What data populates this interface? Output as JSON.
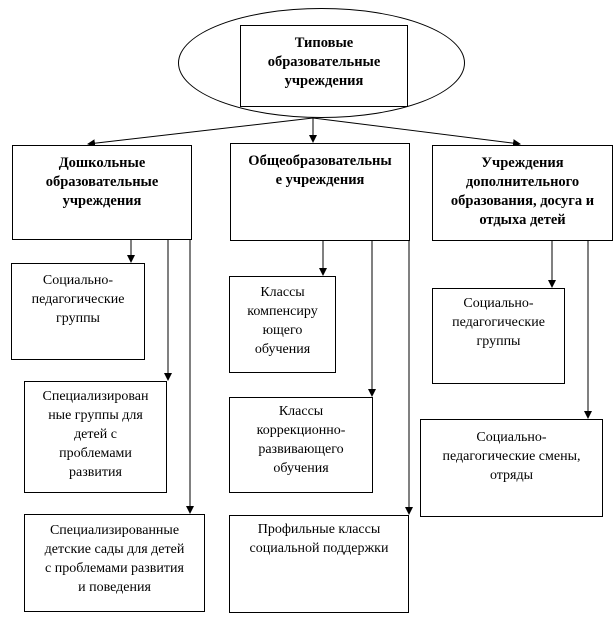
{
  "root": {
    "label": "Типовые\nобразовательные\nучреждения"
  },
  "categories": [
    {
      "key": "preschool",
      "label": "Дошкольные\nобразовательные\nучреждения",
      "items": [
        "Социально-\nпедагогические\nгруппы",
        "Специализирован\nные группы для\nдетей с\nпроблемами\nразвития",
        "Специализированные\nдетские сады для детей\nс проблемами развития\nи поведения"
      ]
    },
    {
      "key": "general",
      "label": "Общеобразовательны\nе учреждения",
      "items": [
        "Классы\nкомпенсиру\nющего\nобучения",
        "Классы\nкоррекционно-\nразвивающего\nобучения",
        "Профильные классы\nсоциальной поддержки"
      ]
    },
    {
      "key": "additional",
      "label": "Учреждения\nдополнительного\nобразования, досуга и\nотдыха детей",
      "items": [
        "Социально-\nпедагогические\nгруппы",
        "Социально-\nпедагогические смены,\nотряды"
      ]
    }
  ]
}
